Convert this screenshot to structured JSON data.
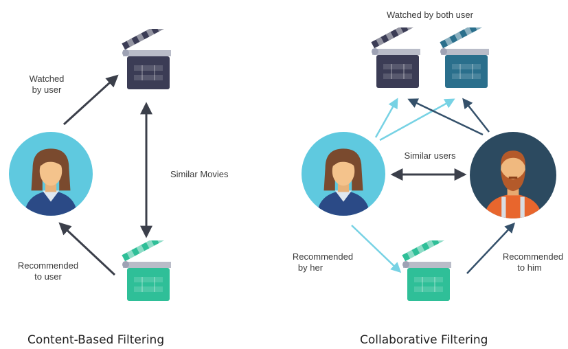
{
  "content_based": {
    "title": "Content-Based Filtering",
    "watched_line1": "Watched",
    "watched_line2": "by user",
    "similar_movies": "Similar Movies",
    "recommended_line1": "Recommended",
    "recommended_line2": "to user"
  },
  "collaborative": {
    "title": "Collaborative Filtering",
    "watched_both": "Watched by both user",
    "similar_users": "Similar users",
    "rec_her_line1": "Recommended",
    "rec_her_line2": "by her",
    "rec_him_line1": "Recommended",
    "rec_him_line2": "to him"
  },
  "icons": {
    "woman_user": "woman-avatar-icon",
    "man_user": "bearded-man-avatar-icon",
    "watched_movie": "clapperboard-icon",
    "recommended_movie": "clapperboard-icon"
  },
  "colors": {
    "dark_clapper": "#3b3c55",
    "blue_clapper": "#2a6f8c",
    "green_clapper": "#2fbf98",
    "light_blue_circle": "#5fc9df",
    "dark_blue_circle": "#2c4a60",
    "arrow_dark": "#3b3f4a",
    "arrow_light": "#77d2e4",
    "arrow_navy": "#34506a"
  }
}
